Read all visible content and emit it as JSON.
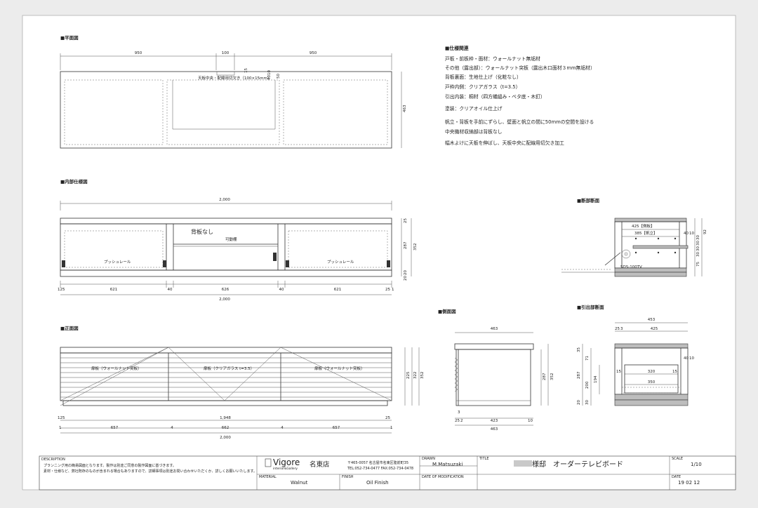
{
  "sections": {
    "plan": "■平面図",
    "interior": "■内部仕様図",
    "front": "■正面図",
    "side": "■側面図",
    "cross": "■断部断面",
    "drawer": "■引出部断面"
  },
  "plan": {
    "dims_top": [
      "950",
      "100",
      "950"
    ],
    "dim_depth": "463",
    "dim_small": [
      "15",
      "4010",
      "50"
    ],
    "note": "天板中央・配線用切欠き（100×15mm）"
  },
  "interior": {
    "dim_total_top": "2,000",
    "dim_total_bottom": "2,000",
    "label_center": "背板なし",
    "label_shelf": "可動棚",
    "label_rail_left": "プッシュレール",
    "label_rail_right": "プッシュレール",
    "dims_bottom": [
      "125",
      "621",
      "40",
      "626",
      "40",
      "621",
      "25",
      "1"
    ],
    "dims_right": [
      "25",
      "287",
      "352",
      "20",
      "20"
    ]
  },
  "front": {
    "label_left": "扉板（ウォールナット突板）",
    "label_center": "扉板（クリアガラス t=3.5）",
    "label_right": "扉板（ウォールナット突板）",
    "dim_1948": "1,948",
    "dim_total": "2,000",
    "dims_bottom": [
      "125",
      "1",
      "657",
      "4",
      "662",
      "4",
      "657",
      "25",
      "1"
    ],
    "dims_right": [
      "225",
      "322",
      "352"
    ]
  },
  "side": {
    "dim_top": "463",
    "dims_bottom": [
      "3",
      "25",
      "2",
      "423",
      "10"
    ],
    "dim_total": "463",
    "dims_right": [
      "287",
      "352"
    ]
  },
  "cross": {
    "dim_425": "425【側板】",
    "dim_385": "385【帆立】",
    "dims_right": [
      "40",
      "10",
      "92",
      "30",
      "30",
      "30",
      "30",
      "75"
    ],
    "hinge_label": "SDS-100TV"
  },
  "drawer": {
    "dim_top": "453",
    "dims_top2": [
      "25",
      "3",
      "425"
    ],
    "dims_inner": [
      "15",
      "320",
      "15",
      "350"
    ],
    "dims_left": [
      "35",
      "71",
      "287",
      "194",
      "200",
      "20",
      "30"
    ],
    "dims_right": [
      "40",
      "10"
    ]
  },
  "spec": {
    "heading": "■仕様関連",
    "lines": [
      "戸板・前板枠・面材：ウォールナット無垢材",
      "その他（露出部）：ウォールナット突板（露出木口面材３mm無垢材）",
      "背板裏面：生地仕上げ（化粧なし）",
      "戸枠内側：クリアガラス（t=3.5）",
      "引出内装：桐材（四方蟻組み・ベタ底・木釘）",
      "塗装：クリアオイル仕上げ"
    ],
    "notes": [
      "帆立・背板を手前にずらし、壁面と帆立の間に50mmの空間を設ける",
      "中央機材収納部は背板なし",
      "幅木よけに天板を伸ばし、天板中央に配線用切欠き加工"
    ]
  },
  "titleblock": {
    "description_label": "DESCRIPTION",
    "description_lines": [
      "プランニング用の簡易図面となります。製作は別途ご同意の製作図面に基づきます。",
      "素材・仕様など、弊社既存のものが含まれる場合もありますので、詳細事項は別途お問い合わせいただくか、詳しくお願いいたします。"
    ],
    "company": "Vigore",
    "company_sub": "interior&Gallery",
    "branch": "名東店",
    "address": "〒465-0057 名古屋市名東区陸前町35",
    "tel": "TEL:052-734-0477  FAX:052-734-0478",
    "drawn_label": "DRAWN",
    "drawn": "M.Matsuzaki",
    "title_label": "TITLE",
    "title": "様邸　オーダーテレビボード",
    "scale_label": "SCALE",
    "scale": "1/10",
    "material_label": "MATERIAL",
    "material": "Walnut",
    "finish_label": "FINISH",
    "finish": "Oil Finish",
    "mod_label": "DATE OF MODIFICATION",
    "date_label": "DATE",
    "date": "19  02  12"
  }
}
